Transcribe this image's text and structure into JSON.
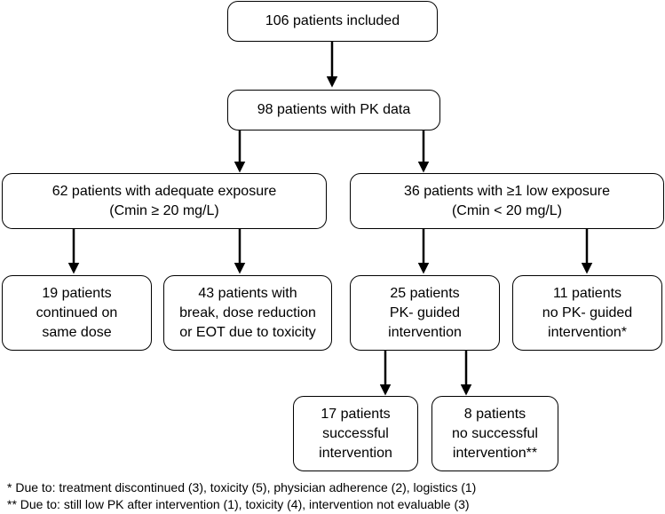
{
  "flowchart": {
    "included": [
      "106 patients included"
    ],
    "pk_data": [
      "98 patients with PK data"
    ],
    "adequate": [
      "62 patients with adequate exposure",
      "(Cmin ≥ 20 mg/L)"
    ],
    "low": [
      "36 patients with ≥1 low exposure",
      "(Cmin < 20 mg/L)"
    ],
    "continued": [
      "19 patients",
      "continued on",
      "same dose"
    ],
    "toxicity": [
      "43 patients with",
      "break, dose reduction",
      "or EOT due to toxicity"
    ],
    "pk_guided": [
      "25 patients",
      "PK- guided",
      "intervention"
    ],
    "no_pk_guided": [
      "11 patients",
      "no PK- guided",
      "intervention*"
    ],
    "successful": [
      "17 patients",
      "successful",
      "intervention"
    ],
    "not_successful": [
      "8 patients",
      "no successful",
      "intervention**"
    ]
  },
  "footnotes": {
    "single": "* Due to: treatment discontinued (3), toxicity (5), physician adherence (2), logistics (1)",
    "double": "** Due to: still low PK after intervention (1), toxicity (4), intervention not evaluable (3)"
  }
}
